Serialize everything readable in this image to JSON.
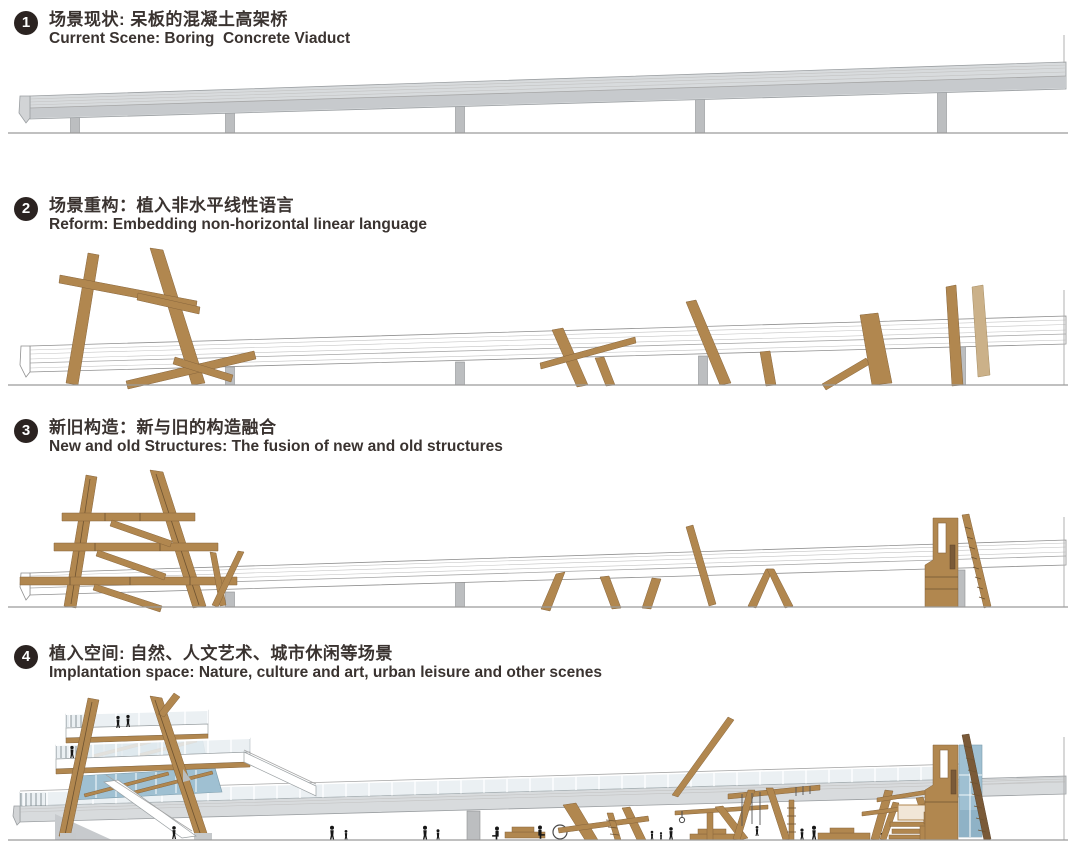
{
  "page": {
    "background": "#ffffff"
  },
  "colors": {
    "ink": "#3a3330",
    "badge_bg": "#2b2321",
    "badge_fg": "#ffffff",
    "wood": "#b1874f",
    "wood_light": "#cbb189",
    "wood_dark": "#7a5a38",
    "deck_gray": "#d8dbdd",
    "deck_shade": "#c7cacd",
    "pier_gray": "#bcbec0",
    "glass_blue": "#9fc0d2",
    "rail_glass": "#e8eef1",
    "ground": "#9b9b9b",
    "figure": "#161616"
  },
  "sections": [
    {
      "number": "1",
      "title_zh": "场景现状: 呆板的混凝土高架桥",
      "title_en": "Current Scene: Boring  Concrete Viaduct",
      "illustration": "concrete-viaduct-elevation"
    },
    {
      "number": "2",
      "title_zh": "场景重构：植入非水平线性语言",
      "title_en": "Reform: Embedding non-horizontal linear language",
      "illustration": "viaduct-with-diagonal-timber-planks"
    },
    {
      "number": "3",
      "title_zh": "新旧构造：新与旧的构造融合",
      "title_en": "New and old Structures: The fusion of new and old structures",
      "illustration": "timber-frames-fused-with-viaduct"
    },
    {
      "number": "4",
      "title_zh": "植入空间: 自然、人文艺术、城市休闲等场景",
      "title_en": "Implantation space: Nature, culture and art, urban leisure and other scenes",
      "illustration": "final-design-tower-deck-pavilion-people"
    }
  ]
}
